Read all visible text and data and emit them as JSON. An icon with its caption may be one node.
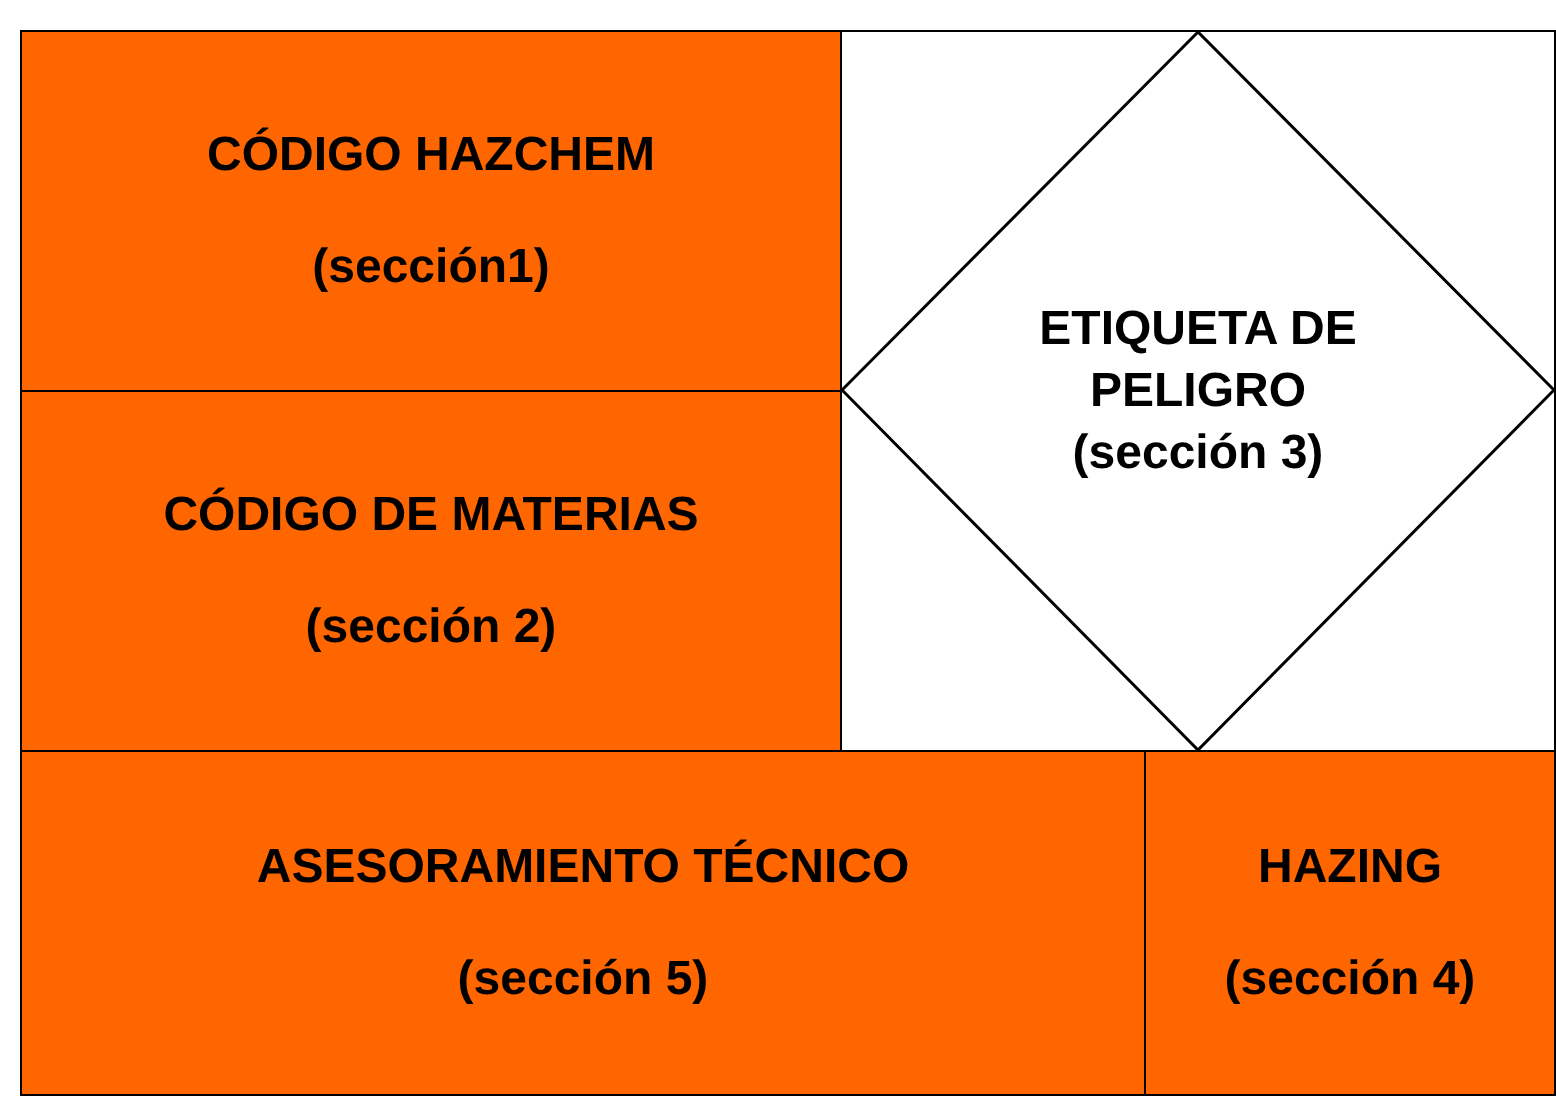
{
  "diagram": {
    "nodes": [
      {
        "text": [
          "CÓDIGO HAZCHEM",
          "(sección1)"
        ]
      },
      {
        "text": [
          "CÓDIGO DE MATERIAS",
          "(sección 2)"
        ]
      },
      {
        "text": [
          "ETIQUETA DE PELIGRO",
          "(sección 3)"
        ]
      },
      {
        "text": [
          "ASESORAMIENTO TÉCNICO",
          "(sección 5)"
        ]
      },
      {
        "text": [
          "HAZING",
          "(sección 4)"
        ]
      }
    ],
    "edges": []
  }
}
